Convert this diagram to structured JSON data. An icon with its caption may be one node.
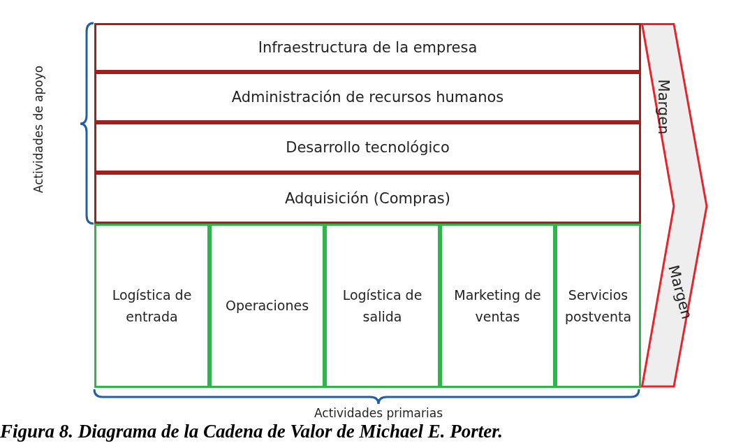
{
  "diagram": {
    "caption": "Figura 8. Diagrama de la Cadena de Valor de Michael E. Porter.",
    "nodes": [
      {
        "text": [
          "Infraestructura de la empresa"
        ]
      },
      {
        "text": [
          "Administración de recursos humanos"
        ]
      },
      {
        "text": [
          "Desarrollo tecnológico"
        ]
      },
      {
        "text": [
          "Adquisición (Compras)"
        ]
      },
      {
        "text": [
          "Logística de entrada"
        ]
      },
      {
        "text": [
          "Operaciones"
        ]
      },
      {
        "text": [
          "Logística de salida"
        ]
      },
      {
        "text": [
          "Marketing de ventas"
        ]
      },
      {
        "text": [
          "Servicios postventa"
        ]
      },
      {
        "text": [
          "Margen",
          "Margen"
        ]
      }
    ],
    "edges": [],
    "labels": [
      "Actividades de apoyo",
      "Actividades primarias"
    ]
  }
}
